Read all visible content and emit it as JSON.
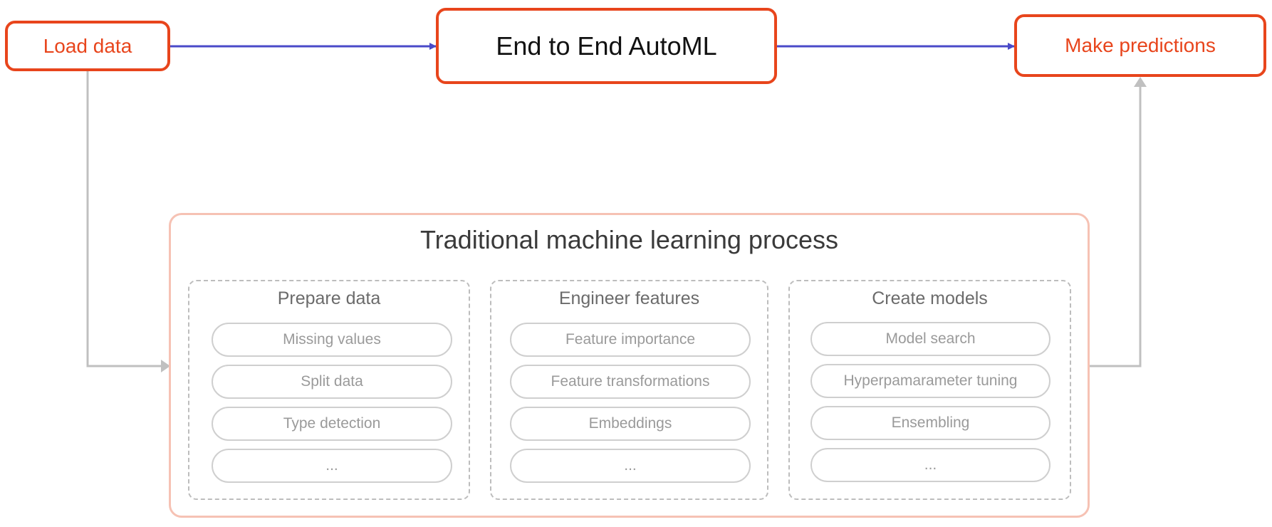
{
  "top": {
    "load": "Load data",
    "automl": "End to End AutoML",
    "predict": "Make predictions"
  },
  "traditional": {
    "title": "Traditional machine learning process",
    "stages": [
      {
        "title": "Prepare data",
        "items": [
          "Missing values",
          "Split data",
          "Type detection",
          "..."
        ]
      },
      {
        "title": "Engineer features",
        "items": [
          "Feature importance",
          "Feature transformations",
          "Embeddings",
          "..."
        ]
      },
      {
        "title": "Create models",
        "items": [
          "Model search",
          "Hyperpamarameter tuning",
          "Ensembling",
          "..."
        ]
      }
    ]
  },
  "colors": {
    "accent": "#e8451c",
    "blue_arrow": "#4a4ac8",
    "grey_arrow": "#c0c0c0",
    "frame": "#f6c2b4"
  }
}
